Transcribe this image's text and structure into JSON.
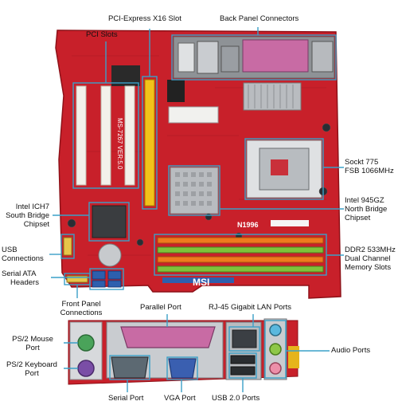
{
  "labels": {
    "pcie_slot": "PCI-Express X16 Slot",
    "back_panel": "Back Panel Connectors",
    "pci_slots": "PCI Slots",
    "socket_line1": "Sockt 775",
    "socket_line2": "FSB 1066MHz",
    "north_line1": "Intel 945GZ",
    "north_line2": "North Bridge",
    "north_line3": "Chipset",
    "south_line1": "Intel ICH7",
    "south_line2": "South Bridge",
    "south_line3": "Chipset",
    "usb_line1": "USB",
    "usb_line2": "Connections",
    "sata_line1": "Serial ATA",
    "sata_line2": "Headers",
    "ddr_line1": "DDR2 533MHz",
    "ddr_line2": "Dual Channel",
    "ddr_line3": "Memory Slots",
    "front_line1": "Front Panel",
    "front_line2": "Connections",
    "parallel_port": "Parallel Port",
    "lan_ports": "RJ-45 Gigabit LAN Ports",
    "ps2_mouse_line1": "PS/2 Mouse",
    "ps2_mouse_line2": "Port",
    "ps2_kbd_line1": "PS/2 Keyboard",
    "ps2_kbd_line2": "Port",
    "audio_ports": "Audio Ports",
    "serial_port": "Serial Port",
    "vga_port": "VGA Port",
    "usb2_ports": "USB 2.0 Ports"
  },
  "board": {
    "model_text": "MS-7267 VER:5.0",
    "rev_text": "N1996",
    "brand_text": "MSI"
  },
  "colors": {
    "pcb": "#c8202a",
    "pcb_dark": "#8e1118",
    "callout": "#3aa0c8",
    "pci_slot": "#f3f1ea",
    "pcie_slot": "#f2c21a",
    "dimm_orange": "#ee7a1d",
    "dimm_green": "#7ec23a",
    "sata": "#2d5fae",
    "heatsink": "#b9bcc0",
    "parallel": "#c86ba4",
    "vga": "#3a5fb0",
    "ps2_mouse": "#4aa35a",
    "ps2_kbd": "#7a4ea6"
  }
}
